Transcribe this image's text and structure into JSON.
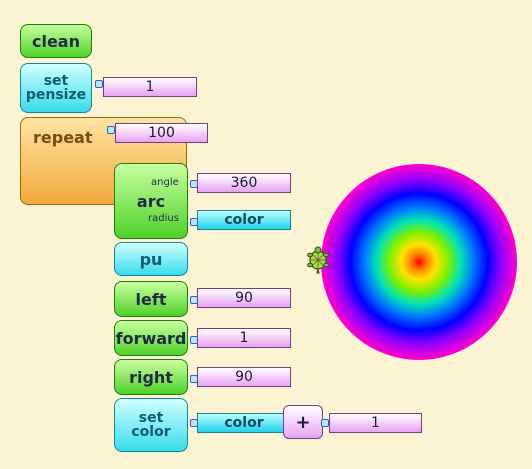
{
  "blocks": {
    "clean": "clean",
    "set_pensize": "set\npensize",
    "pensize_value": "1",
    "repeat": "repeat",
    "repeat_value": "100",
    "arc": "arc",
    "arc_angle_label": "angle",
    "arc_radius_label": "radius",
    "arc_angle_value": "360",
    "arc_radius_value": "color",
    "pu": "pu",
    "left": "left",
    "left_value": "90",
    "forward": "forward",
    "forward_value": "1",
    "right": "right",
    "right_value": "90",
    "set_color": "set\ncolor",
    "color_field": "color",
    "plus": "+",
    "plus_value": "1"
  },
  "colors": {
    "background": "#faf4d2",
    "green": "#4ed12a",
    "cyan": "#38dcea",
    "orange": "#f1a93b",
    "pink": "#e6a3f2"
  },
  "icons": {
    "turtle": "turtle-icon"
  }
}
